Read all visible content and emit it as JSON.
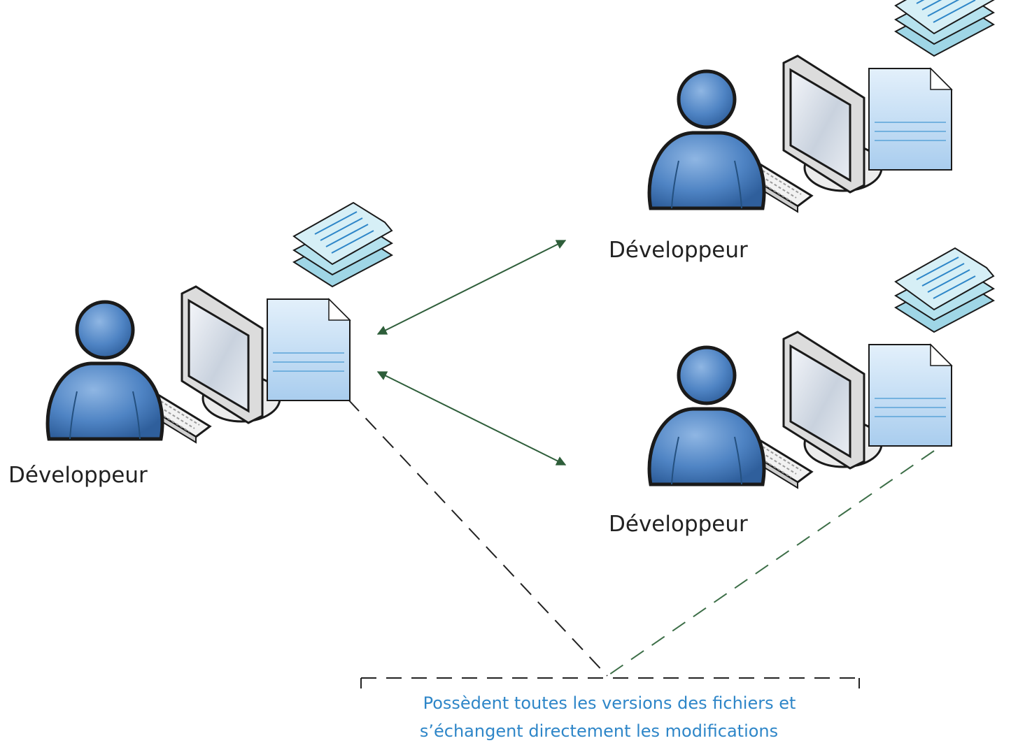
{
  "nodes": [
    {
      "label": "Développeur"
    },
    {
      "label": "Développeur"
    },
    {
      "label": "Développeur"
    }
  ],
  "caption": {
    "line1": "Possèdent toutes les versions des fichiers et",
    "line2": "s’échangent directement les modifications"
  },
  "colors": {
    "person": "#4a7fbf",
    "outline": "#1a1a1a",
    "arrow": "#2e5e3a",
    "dash_dark": "#222222",
    "dash_green": "#3c6e47",
    "document": "#bcd9f2",
    "stack": "#a8dbe8",
    "caption": "#2e86c8"
  },
  "icons": [
    "person-icon",
    "monitor-icon",
    "keyboard-icon",
    "document-icon",
    "document-stack-icon"
  ]
}
